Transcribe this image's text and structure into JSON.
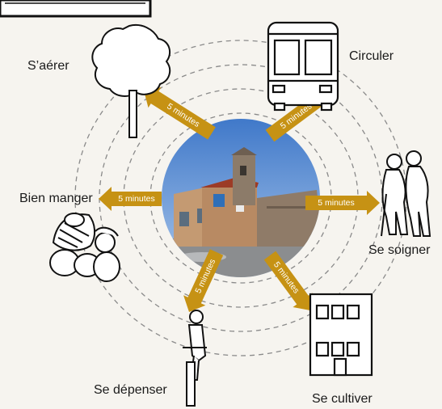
{
  "arrow_label": "5 minutes",
  "colors": {
    "background": "#f6f4ef",
    "arrow": "#c69214",
    "ring": "#8a8a8a",
    "sky": "#5c8fd6",
    "stone": "#a7896a"
  },
  "activities": [
    {
      "id": "s-aerer",
      "label": "S’aérer",
      "icon": "tree-icon"
    },
    {
      "id": "circuler",
      "label": "Circuler",
      "icon": "bus-icon"
    },
    {
      "id": "bien-manger",
      "label": "Bien manger",
      "icon": "fruit-basket-icon"
    },
    {
      "id": "se-soigner",
      "label": "Se soigner",
      "icon": "elderly-people-icon"
    },
    {
      "id": "se-depenser",
      "label": "Se dépenser",
      "icon": "cyclist-icon"
    },
    {
      "id": "se-cultiver",
      "label": "Se cultiver",
      "icon": "building-icon"
    }
  ],
  "center_photo": "village-square-photo"
}
